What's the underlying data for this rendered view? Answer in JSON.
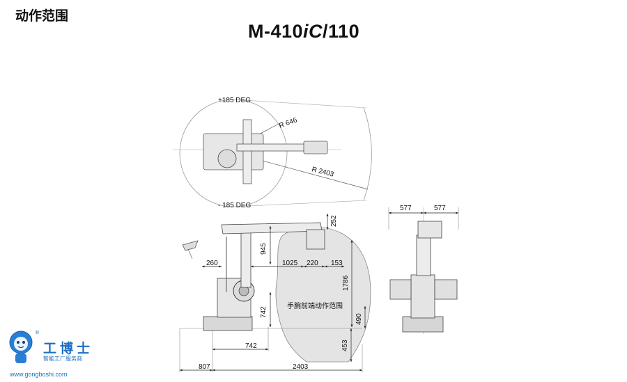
{
  "heading": "动作范围",
  "model": {
    "prefix": "M-410",
    "italic": "iC",
    "suffix": "/110"
  },
  "top_view": {
    "plus_angle": "+185 DEG",
    "minus_angle": "- 185 DEG",
    "r_inner": "R 646",
    "r_outer": "R 2403"
  },
  "side_view": {
    "d_252": "252",
    "d_945": "945",
    "d_260": "260",
    "d_1025": "1025",
    "d_220": "220",
    "d_153": "153",
    "d_1786": "1786",
    "d_742v": "742",
    "d_490": "490",
    "d_453": "453",
    "d_742h": "742",
    "d_807": "807",
    "d_2403": "2403",
    "region_label": "手腕前端动作范围"
  },
  "front_view": {
    "d_577_left": "577",
    "d_577_right": "577"
  },
  "logo": {
    "name": "工博士",
    "tagline": "智能工厂服务商",
    "url": "www.gongboshi.com",
    "mark": "®"
  }
}
